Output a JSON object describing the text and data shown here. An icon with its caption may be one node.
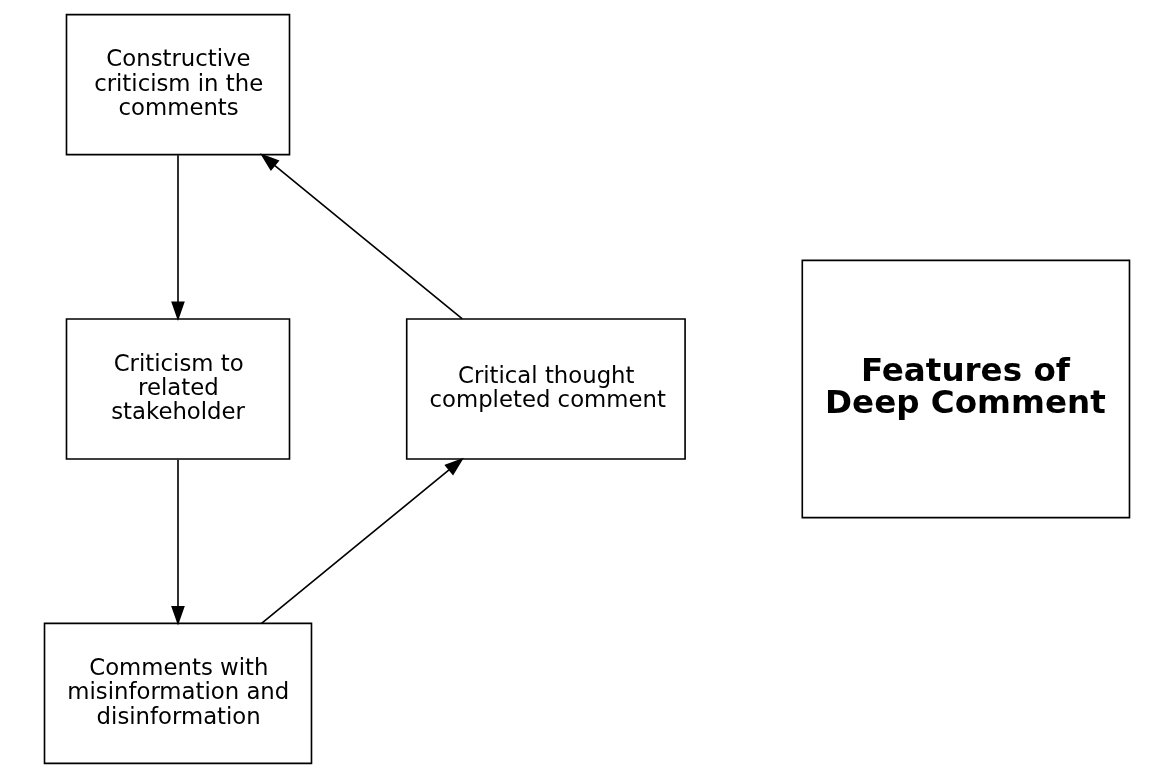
{
  "diagram": {
    "nodes": [
      {
        "text": [
          "Constructive criticism in the comments"
        ]
      },
      {
        "text": [
          "Critical thought completed comment"
        ]
      },
      {
        "text": [
          "Features of Deep Comment"
        ]
      },
      {
        "text": [
          "Criticism to related stakeholder"
        ]
      },
      {
        "text": [
          "Comments with misinformation and disinformation"
        ]
      }
    ],
    "edges": [
      {
        "from": 0,
        "to": 3,
        "arrow": "to"
      },
      {
        "from": 3,
        "to": 4,
        "arrow": "to"
      },
      {
        "from": 4,
        "to": 1,
        "arrow": "to"
      },
      {
        "from": 1,
        "to": 0,
        "arrow": "to"
      }
    ]
  }
}
